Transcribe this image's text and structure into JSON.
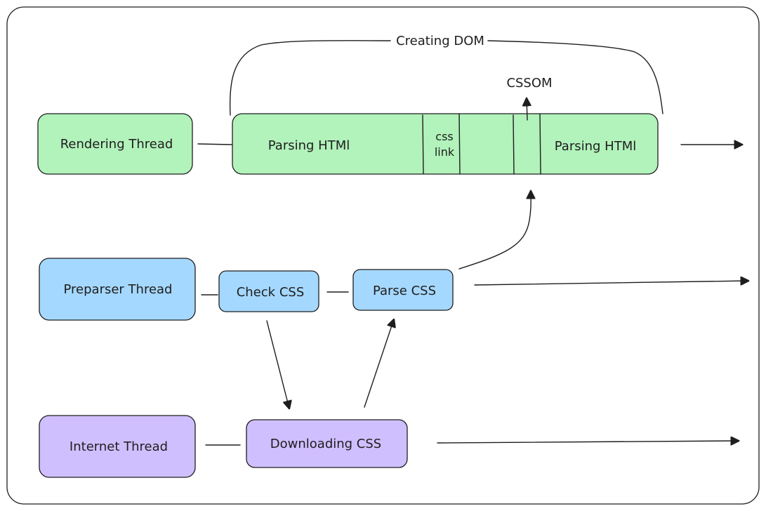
{
  "colors": {
    "rendering": "#b2f2bb",
    "preparser": "#a5d8ff",
    "internet": "#d0bfff",
    "stroke": "#1e1e1e",
    "background": "#ffffff"
  },
  "threads": {
    "rendering": "Rendering Thread",
    "preparser": "Preparser Thread",
    "internet": "Internet Thread"
  },
  "rendering_bar": {
    "parsing_html_1": "Parsing HTMl",
    "css_link_line1": "css",
    "css_link_line2": "link",
    "parsing_html_2": "Parsing HTMl"
  },
  "annotations": {
    "creating_dom": "Creating DOM",
    "cssom": "CSSOM"
  },
  "tasks": {
    "check_css": "Check CSS",
    "parse_css": "Parse CSS",
    "downloading_css": "Downloading CSS"
  }
}
